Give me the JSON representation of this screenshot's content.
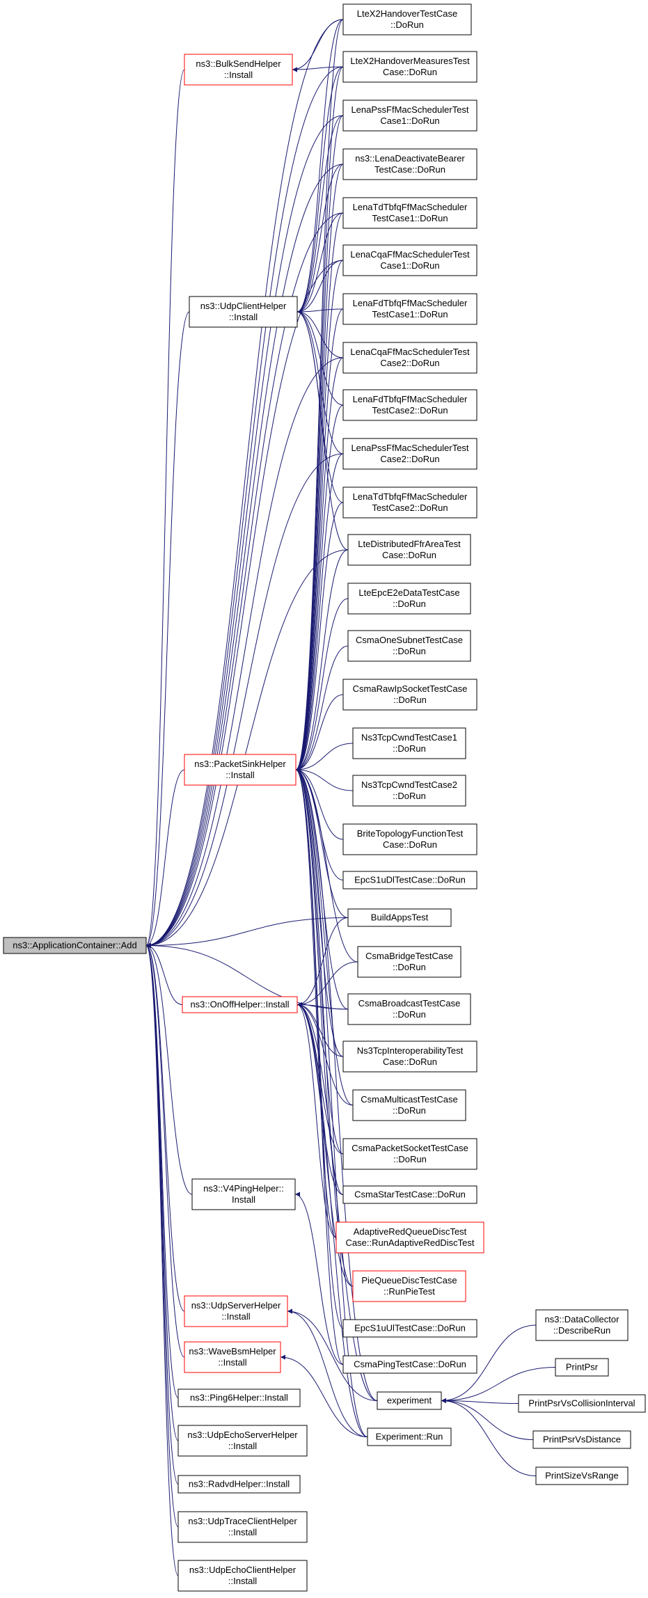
{
  "colors": {
    "edge": "#191970",
    "border_black": "#000000",
    "border_red": "#ff0000",
    "root_fill": "#bfbfbf",
    "node_fill": "#ffffff"
  },
  "nodes": [
    {
      "id": "root",
      "lines": [
        "ns3::ApplicationContainer::Add"
      ],
      "style": "root"
    },
    {
      "id": "bulk",
      "lines": [
        "ns3::BulkSendHelper",
        "::Install"
      ],
      "style": "red"
    },
    {
      "id": "udpclient",
      "lines": [
        "ns3::UdpClientHelper",
        "::Install"
      ],
      "style": "black"
    },
    {
      "id": "packetsink",
      "lines": [
        "ns3::PacketSinkHelper",
        "::Install"
      ],
      "style": "red"
    },
    {
      "id": "onoff",
      "lines": [
        "ns3::OnOffHelper::Install"
      ],
      "style": "red"
    },
    {
      "id": "v4ping",
      "lines": [
        "ns3::V4PingHelper::",
        "Install"
      ],
      "style": "black"
    },
    {
      "id": "udpserver",
      "lines": [
        "ns3::UdpServerHelper",
        "::Install"
      ],
      "style": "red"
    },
    {
      "id": "wavebsm",
      "lines": [
        "ns3::WaveBsmHelper",
        "::Install"
      ],
      "style": "red"
    },
    {
      "id": "ping6",
      "lines": [
        "ns3::Ping6Helper::Install"
      ],
      "style": "black"
    },
    {
      "id": "udpechoserver",
      "lines": [
        "ns3::UdpEchoServerHelper",
        "::Install"
      ],
      "style": "black"
    },
    {
      "id": "radvd",
      "lines": [
        "ns3::RadvdHelper::Install"
      ],
      "style": "black"
    },
    {
      "id": "udptrace",
      "lines": [
        "ns3::UdpTraceClientHelper",
        "::Install"
      ],
      "style": "black"
    },
    {
      "id": "udpechoclient",
      "lines": [
        "ns3::UdpEchoClientHelper",
        "::Install"
      ],
      "style": "black"
    },
    {
      "id": "ltex2ho",
      "lines": [
        "LteX2HandoverTestCase",
        "::DoRun"
      ],
      "style": "black"
    },
    {
      "id": "ltex2hom",
      "lines": [
        "LteX2HandoverMeasuresTest",
        "Case::DoRun"
      ],
      "style": "black"
    },
    {
      "id": "lenapss1",
      "lines": [
        "LenaPssFfMacSchedulerTest",
        "Case1::DoRun"
      ],
      "style": "black"
    },
    {
      "id": "lenadeact",
      "lines": [
        "ns3::LenaDeactivateBearer",
        "TestCase::DoRun"
      ],
      "style": "black"
    },
    {
      "id": "lenatdtbfq1",
      "lines": [
        "LenaTdTbfqFfMacScheduler",
        "TestCase1::DoRun"
      ],
      "style": "black"
    },
    {
      "id": "lenacqa1",
      "lines": [
        "LenaCqaFfMacSchedulerTest",
        "Case1::DoRun"
      ],
      "style": "black"
    },
    {
      "id": "lenafdtbfq1",
      "lines": [
        "LenaFdTbfqFfMacScheduler",
        "TestCase1::DoRun"
      ],
      "style": "black"
    },
    {
      "id": "lenacqa2",
      "lines": [
        "LenaCqaFfMacSchedulerTest",
        "Case2::DoRun"
      ],
      "style": "black"
    },
    {
      "id": "lenafdtbfq2",
      "lines": [
        "LenaFdTbfqFfMacScheduler",
        "TestCase2::DoRun"
      ],
      "style": "black"
    },
    {
      "id": "lenapss2",
      "lines": [
        "LenaPssFfMacSchedulerTest",
        "Case2::DoRun"
      ],
      "style": "black"
    },
    {
      "id": "lenatdtbfq2",
      "lines": [
        "LenaTdTbfqFfMacScheduler",
        "TestCase2::DoRun"
      ],
      "style": "black"
    },
    {
      "id": "ltedistffr",
      "lines": [
        "LteDistributedFfrAreaTest",
        "Case::DoRun"
      ],
      "style": "black"
    },
    {
      "id": "lteepce2e",
      "lines": [
        "LteEpcE2eDataTestCase",
        "::DoRun"
      ],
      "style": "black"
    },
    {
      "id": "csmaone",
      "lines": [
        "CsmaOneSubnetTestCase",
        "::DoRun"
      ],
      "style": "black"
    },
    {
      "id": "csmarawip",
      "lines": [
        "CsmaRawIpSocketTestCase",
        "::DoRun"
      ],
      "style": "black"
    },
    {
      "id": "ns3tcpcwnd1",
      "lines": [
        "Ns3TcpCwndTestCase1",
        "::DoRun"
      ],
      "style": "black"
    },
    {
      "id": "ns3tcpcwnd2",
      "lines": [
        "Ns3TcpCwndTestCase2",
        "::DoRun"
      ],
      "style": "black"
    },
    {
      "id": "brite",
      "lines": [
        "BriteTopologyFunctionTest",
        "Case::DoRun"
      ],
      "style": "black"
    },
    {
      "id": "epcs1udl",
      "lines": [
        "EpcS1uDlTestCase::DoRun"
      ],
      "style": "black"
    },
    {
      "id": "buildapps",
      "lines": [
        "BuildAppsTest"
      ],
      "style": "black"
    },
    {
      "id": "csmabridge",
      "lines": [
        "CsmaBridgeTestCase",
        "::DoRun"
      ],
      "style": "black"
    },
    {
      "id": "csmabroadcast",
      "lines": [
        "CsmaBroadcastTestCase",
        "::DoRun"
      ],
      "style": "black"
    },
    {
      "id": "ns3tcpinterop",
      "lines": [
        "Ns3TcpInteroperabilityTest",
        "Case::DoRun"
      ],
      "style": "black"
    },
    {
      "id": "csmamulticast",
      "lines": [
        "CsmaMulticastTestCase",
        "::DoRun"
      ],
      "style": "black"
    },
    {
      "id": "csmapacket",
      "lines": [
        "CsmaPacketSocketTestCase",
        "::DoRun"
      ],
      "style": "black"
    },
    {
      "id": "csmastar",
      "lines": [
        "CsmaStarTestCase::DoRun"
      ],
      "style": "black"
    },
    {
      "id": "adaptivered",
      "lines": [
        "AdaptiveRedQueueDiscTest",
        "Case::RunAdaptiveRedDiscTest"
      ],
      "style": "red"
    },
    {
      "id": "piequeue",
      "lines": [
        "PieQueueDiscTestCase",
        "::RunPieTest"
      ],
      "style": "red"
    },
    {
      "id": "epcs1uul",
      "lines": [
        "EpcS1uUlTestCase::DoRun"
      ],
      "style": "black"
    },
    {
      "id": "csmaping",
      "lines": [
        "CsmaPingTestCase::DoRun"
      ],
      "style": "black"
    },
    {
      "id": "experiment",
      "lines": [
        "experiment"
      ],
      "style": "black"
    },
    {
      "id": "experimentrun",
      "lines": [
        "Experiment::Run"
      ],
      "style": "black"
    },
    {
      "id": "datacollector",
      "lines": [
        "ns3::DataCollector",
        "::DescribeRun"
      ],
      "style": "black"
    },
    {
      "id": "printpsr",
      "lines": [
        "PrintPsr"
      ],
      "style": "black"
    },
    {
      "id": "printpsrci",
      "lines": [
        "PrintPsrVsCollisionInterval"
      ],
      "style": "black"
    },
    {
      "id": "printpsrdist",
      "lines": [
        "PrintPsrVsDistance"
      ],
      "style": "black"
    },
    {
      "id": "printsize",
      "lines": [
        "PrintSizeVsRange"
      ],
      "style": "black"
    }
  ],
  "edges": [
    [
      "bulk",
      "root"
    ],
    [
      "udpclient",
      "root"
    ],
    [
      "packetsink",
      "root"
    ],
    [
      "onoff",
      "root"
    ],
    [
      "v4ping",
      "root"
    ],
    [
      "udpserver",
      "root"
    ],
    [
      "wavebsm",
      "root"
    ],
    [
      "ping6",
      "root"
    ],
    [
      "udpechoserver",
      "root"
    ],
    [
      "radvd",
      "root"
    ],
    [
      "udptrace",
      "root"
    ],
    [
      "udpechoclient",
      "root"
    ],
    [
      "ltex2ho",
      "root"
    ],
    [
      "ltex2hom",
      "root"
    ],
    [
      "lenapss1",
      "root"
    ],
    [
      "lenadeact",
      "root"
    ],
    [
      "lenatdtbfq1",
      "root"
    ],
    [
      "lenacqa1",
      "root"
    ],
    [
      "lenacqa2",
      "root"
    ],
    [
      "lenapss2",
      "root"
    ],
    [
      "ltedistffr",
      "root"
    ],
    [
      "buildapps",
      "root"
    ],
    [
      "csmabroadcast",
      "root"
    ],
    [
      "ltex2ho",
      "bulk"
    ],
    [
      "ltex2hom",
      "bulk"
    ],
    [
      "ltex2ho",
      "udpclient"
    ],
    [
      "ltex2hom",
      "udpclient"
    ],
    [
      "lenapss1",
      "udpclient"
    ],
    [
      "lenadeact",
      "udpclient"
    ],
    [
      "lenatdtbfq1",
      "udpclient"
    ],
    [
      "lenacqa1",
      "udpclient"
    ],
    [
      "lenafdtbfq1",
      "udpclient"
    ],
    [
      "lenacqa2",
      "udpclient"
    ],
    [
      "lenafdtbfq2",
      "udpclient"
    ],
    [
      "lenapss2",
      "udpclient"
    ],
    [
      "lenatdtbfq2",
      "udpclient"
    ],
    [
      "ltedistffr",
      "udpclient"
    ],
    [
      "ltex2ho",
      "packetsink"
    ],
    [
      "ltex2hom",
      "packetsink"
    ],
    [
      "lenapss1",
      "packetsink"
    ],
    [
      "lenadeact",
      "packetsink"
    ],
    [
      "lenatdtbfq1",
      "packetsink"
    ],
    [
      "lenacqa1",
      "packetsink"
    ],
    [
      "lenafdtbfq1",
      "packetsink"
    ],
    [
      "lenacqa2",
      "packetsink"
    ],
    [
      "lenafdtbfq2",
      "packetsink"
    ],
    [
      "lenapss2",
      "packetsink"
    ],
    [
      "lenatdtbfq2",
      "packetsink"
    ],
    [
      "ltedistffr",
      "packetsink"
    ],
    [
      "lteepce2e",
      "packetsink"
    ],
    [
      "csmaone",
      "packetsink"
    ],
    [
      "csmarawip",
      "packetsink"
    ],
    [
      "ns3tcpcwnd1",
      "packetsink"
    ],
    [
      "ns3tcpcwnd2",
      "packetsink"
    ],
    [
      "brite",
      "packetsink"
    ],
    [
      "epcs1udl",
      "packetsink"
    ],
    [
      "buildapps",
      "packetsink"
    ],
    [
      "csmabridge",
      "packetsink"
    ],
    [
      "csmabroadcast",
      "packetsink"
    ],
    [
      "ns3tcpinterop",
      "packetsink"
    ],
    [
      "csmamulticast",
      "packetsink"
    ],
    [
      "csmapacket",
      "packetsink"
    ],
    [
      "csmastar",
      "packetsink"
    ],
    [
      "adaptivered",
      "packetsink"
    ],
    [
      "piequeue",
      "packetsink"
    ],
    [
      "epcs1uul",
      "packetsink"
    ],
    [
      "csmaping",
      "packetsink"
    ],
    [
      "experiment",
      "packetsink"
    ],
    [
      "experimentrun",
      "packetsink"
    ],
    [
      "buildapps",
      "onoff"
    ],
    [
      "csmabridge",
      "onoff"
    ],
    [
      "csmabroadcast",
      "onoff"
    ],
    [
      "ns3tcpinterop",
      "onoff"
    ],
    [
      "csmamulticast",
      "onoff"
    ],
    [
      "csmapacket",
      "onoff"
    ],
    [
      "csmastar",
      "onoff"
    ],
    [
      "adaptivered",
      "onoff"
    ],
    [
      "piequeue",
      "onoff"
    ],
    [
      "experiment",
      "onoff"
    ],
    [
      "experimentrun",
      "onoff"
    ],
    [
      "csmaping",
      "v4ping"
    ],
    [
      "experiment",
      "udpserver"
    ],
    [
      "experimentrun",
      "udpserver"
    ],
    [
      "experimentrun",
      "wavebsm"
    ],
    [
      "datacollector",
      "experiment"
    ],
    [
      "printpsr",
      "experiment"
    ],
    [
      "printpsrci",
      "experiment"
    ],
    [
      "printpsrdist",
      "experiment"
    ],
    [
      "printsize",
      "experiment"
    ]
  ]
}
